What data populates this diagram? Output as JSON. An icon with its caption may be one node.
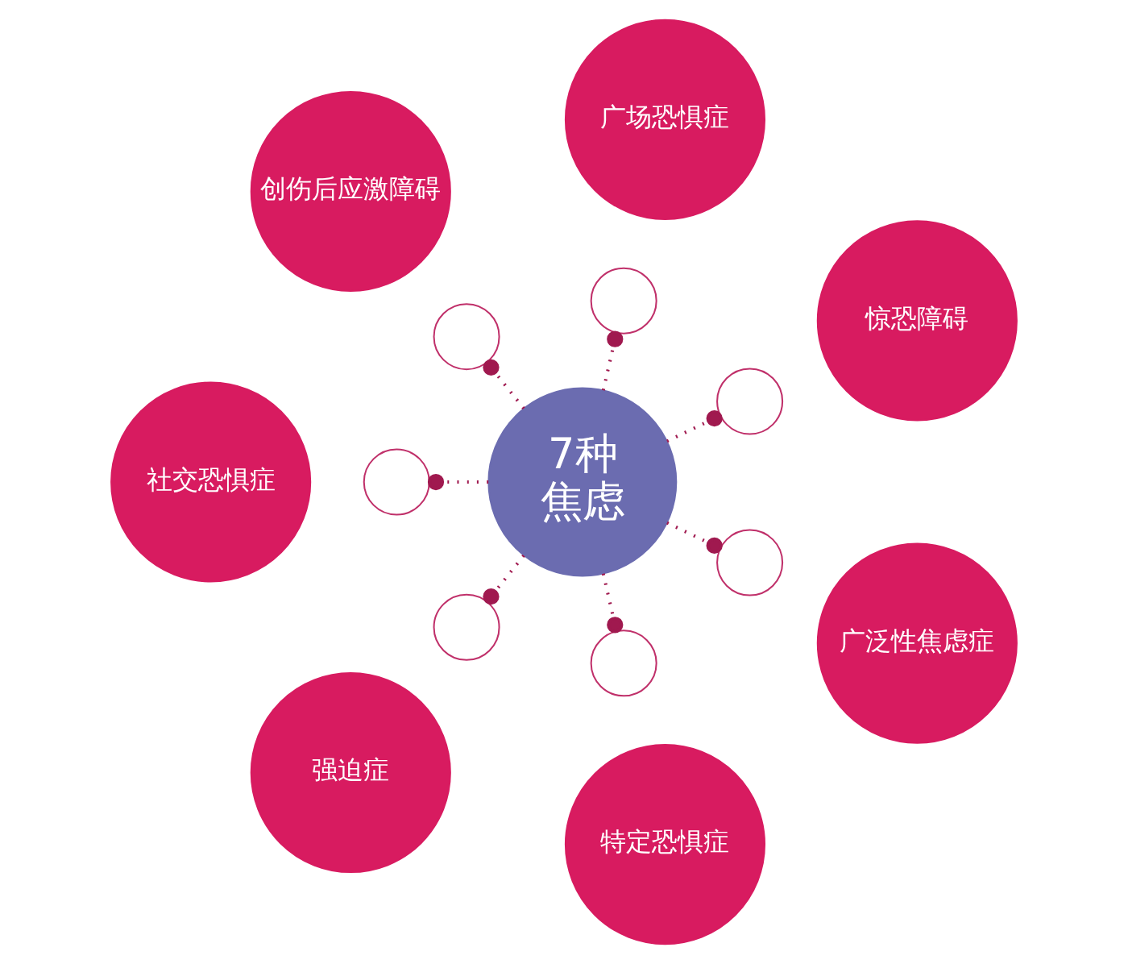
{
  "diagram": {
    "nodes": [
      {
        "text": [
          "7种",
          "焦虑"
        ]
      },
      {
        "text": [
          "惊恐障碍"
        ]
      },
      {
        "text": [
          "广场恐惧症"
        ]
      },
      {
        "text": [
          "创伤后应激障碍"
        ]
      },
      {
        "text": [
          "社交恐惧症"
        ]
      },
      {
        "text": [
          "强迫症"
        ]
      },
      {
        "text": [
          "特定恐惧症"
        ]
      },
      {
        "text": [
          "广泛性焦虑症"
        ]
      },
      {
        "text": [],
        "shape": "circle"
      },
      {
        "text": [],
        "shape": "circle"
      },
      {
        "text": [],
        "shape": "circle"
      },
      {
        "text": [],
        "shape": "circle"
      },
      {
        "text": [],
        "shape": "circle"
      },
      {
        "text": [],
        "shape": "circle"
      },
      {
        "text": [],
        "shape": "circle"
      }
    ],
    "edges": [
      {
        "from": 0,
        "to": 8,
        "arrow": "other",
        "style": "dashed"
      },
      {
        "from": 0,
        "to": 9,
        "arrow": "other",
        "style": "dashed"
      },
      {
        "from": 0,
        "to": 10,
        "arrow": "other",
        "style": "dashed"
      },
      {
        "from": 0,
        "to": 11,
        "arrow": "other",
        "style": "dashed"
      },
      {
        "from": 0,
        "to": 12,
        "arrow": "other",
        "style": "dashed"
      },
      {
        "from": 0,
        "to": 13,
        "arrow": "other",
        "style": "dashed"
      },
      {
        "from": 0,
        "to": 14,
        "arrow": "other",
        "style": "dashed"
      }
    ]
  }
}
